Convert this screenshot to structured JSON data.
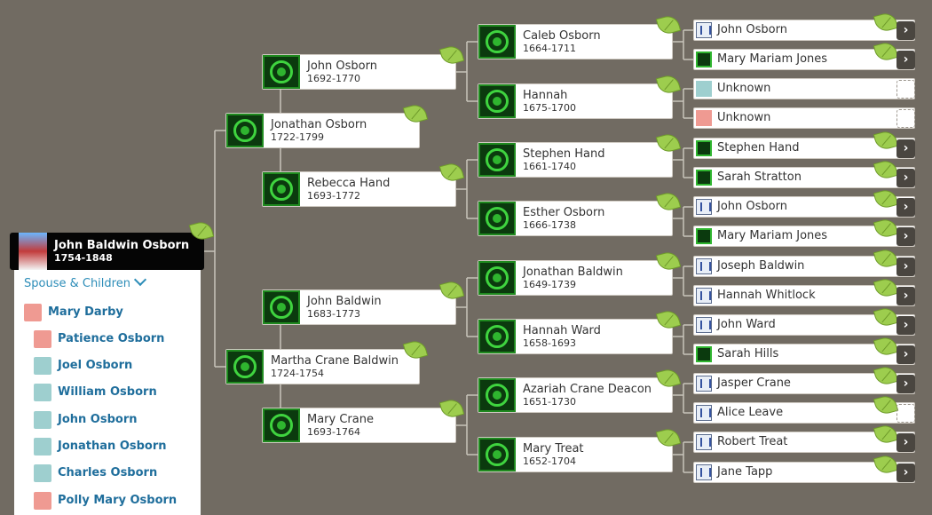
{
  "focus": {
    "name": "John Baldwin Osborn",
    "dates": "1754-1848"
  },
  "family": {
    "header": "Spouse & Children",
    "spouse": {
      "name": "Mary Darby",
      "gender": "female"
    },
    "children": [
      {
        "name": "Patience Osborn",
        "gender": "female"
      },
      {
        "name": "Joel Osborn",
        "gender": "male"
      },
      {
        "name": "William Osborn",
        "gender": "male"
      },
      {
        "name": "John Osborn",
        "gender": "male"
      },
      {
        "name": "Jonathan Osborn",
        "gender": "male"
      },
      {
        "name": "Charles Osborn",
        "gender": "male"
      },
      {
        "name": "Polly Mary Osborn",
        "gender": "female"
      }
    ]
  },
  "parents": [
    {
      "name": "Jonathan Osborn",
      "dates": "1722-1799"
    },
    {
      "name": "Martha Crane Baldwin",
      "dates": "1724-1754"
    }
  ],
  "grandparents": [
    {
      "name": "John Osborn",
      "dates": "1692-1770"
    },
    {
      "name": "Rebecca Hand",
      "dates": "1693-1772"
    },
    {
      "name": "John Baldwin",
      "dates": "1683-1773"
    },
    {
      "name": "Mary Crane",
      "dates": "1693-1764"
    }
  ],
  "great_grandparents": [
    {
      "name": "Caleb Osborn",
      "dates": "1664-1711"
    },
    {
      "name": "Hannah",
      "dates": "1675-1700"
    },
    {
      "name": "Stephen Hand",
      "dates": "1661-1740"
    },
    {
      "name": "Esther Osborn",
      "dates": "1666-1738"
    },
    {
      "name": "Jonathan Baldwin",
      "dates": "1649-1739"
    },
    {
      "name": "Hannah Ward",
      "dates": "1658-1693"
    },
    {
      "name": "Azariah Crane Deacon",
      "dates": "1651-1730"
    },
    {
      "name": "Mary Treat",
      "dates": "1652-1704"
    }
  ],
  "gg_grandparents": [
    {
      "name": "John Osborn",
      "icon": "doc",
      "leaf": true,
      "arrow": "more"
    },
    {
      "name": "Mary Mariam Jones",
      "icon": "green",
      "leaf": true,
      "arrow": "more"
    },
    {
      "name": "Unknown",
      "icon": "male",
      "leaf": false,
      "arrow": "empty"
    },
    {
      "name": "Unknown",
      "icon": "female",
      "leaf": false,
      "arrow": "empty"
    },
    {
      "name": "Stephen Hand",
      "icon": "green",
      "leaf": true,
      "arrow": "more"
    },
    {
      "name": "Sarah Stratton",
      "icon": "green",
      "leaf": true,
      "arrow": "more"
    },
    {
      "name": "John Osborn",
      "icon": "doc",
      "leaf": true,
      "arrow": "more"
    },
    {
      "name": "Mary Mariam Jones",
      "icon": "green",
      "leaf": true,
      "arrow": "more"
    },
    {
      "name": "Joseph Baldwin",
      "icon": "doc",
      "leaf": true,
      "arrow": "more"
    },
    {
      "name": "Hannah Whitlock",
      "icon": "doc",
      "leaf": true,
      "arrow": "more"
    },
    {
      "name": "John Ward",
      "icon": "doc",
      "leaf": true,
      "arrow": "more"
    },
    {
      "name": "Sarah Hills",
      "icon": "green",
      "leaf": true,
      "arrow": "more"
    },
    {
      "name": "Jasper Crane",
      "icon": "doc",
      "leaf": true,
      "arrow": "more"
    },
    {
      "name": "Alice Leave",
      "icon": "doc",
      "leaf": true,
      "arrow": "empty"
    },
    {
      "name": "Robert Treat",
      "icon": "doc",
      "leaf": true,
      "arrow": "more"
    },
    {
      "name": "Jane Tapp",
      "icon": "doc",
      "leaf": true,
      "arrow": "more"
    }
  ],
  "arrow_glyph": "›",
  "colors": {
    "background": "#716b62",
    "link": "#1f6e9c",
    "hint_leaf": "#9dcd4e"
  }
}
